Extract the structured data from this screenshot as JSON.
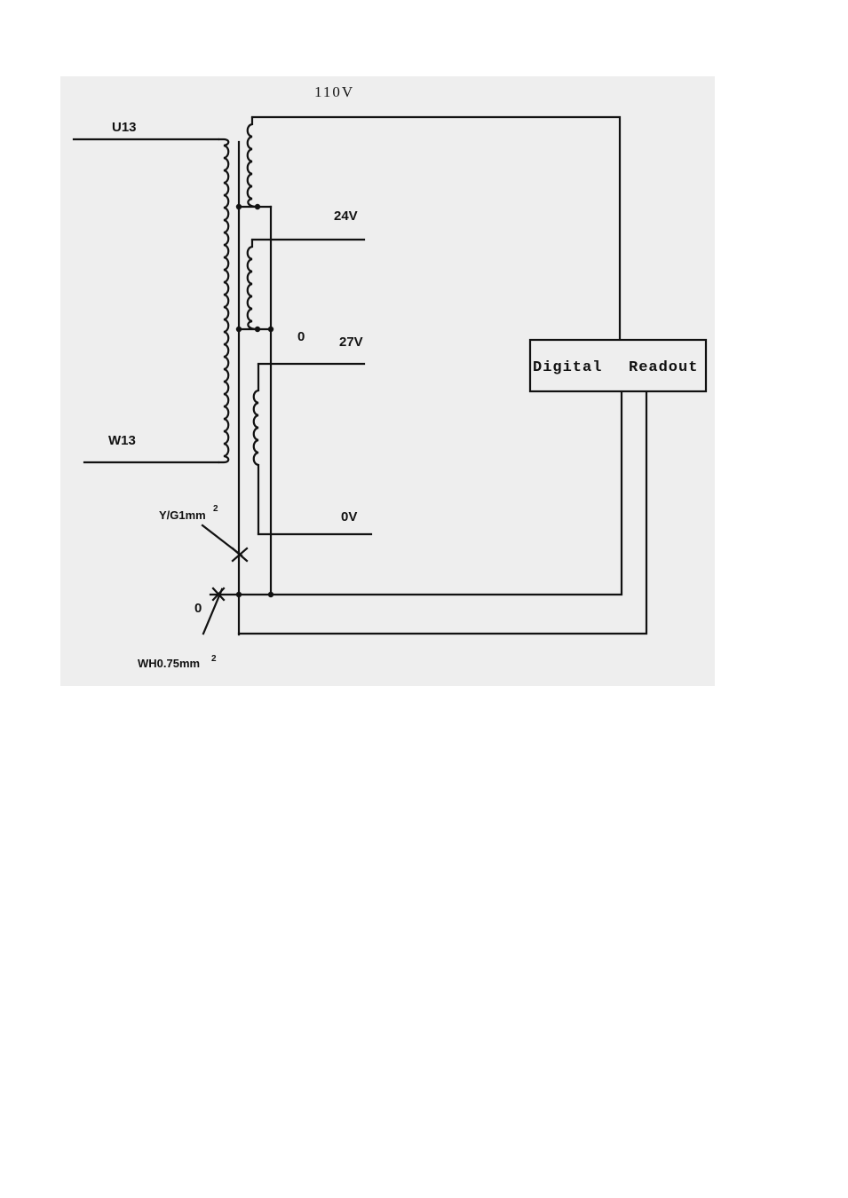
{
  "labels": {
    "voltage_110": "110V",
    "voltage_24": "24V",
    "voltage_27": "27V",
    "voltage_0v": "0V",
    "zero_tap": "0",
    "zero_lead": "0",
    "u13": "U13",
    "w13": "W13",
    "yg_wire": "Y/G1mm",
    "yg_sup": "2",
    "wh_wire": "WH0.75mm",
    "wh_sup": "2",
    "readout_word1": "Digital",
    "readout_word2": "Readout"
  }
}
